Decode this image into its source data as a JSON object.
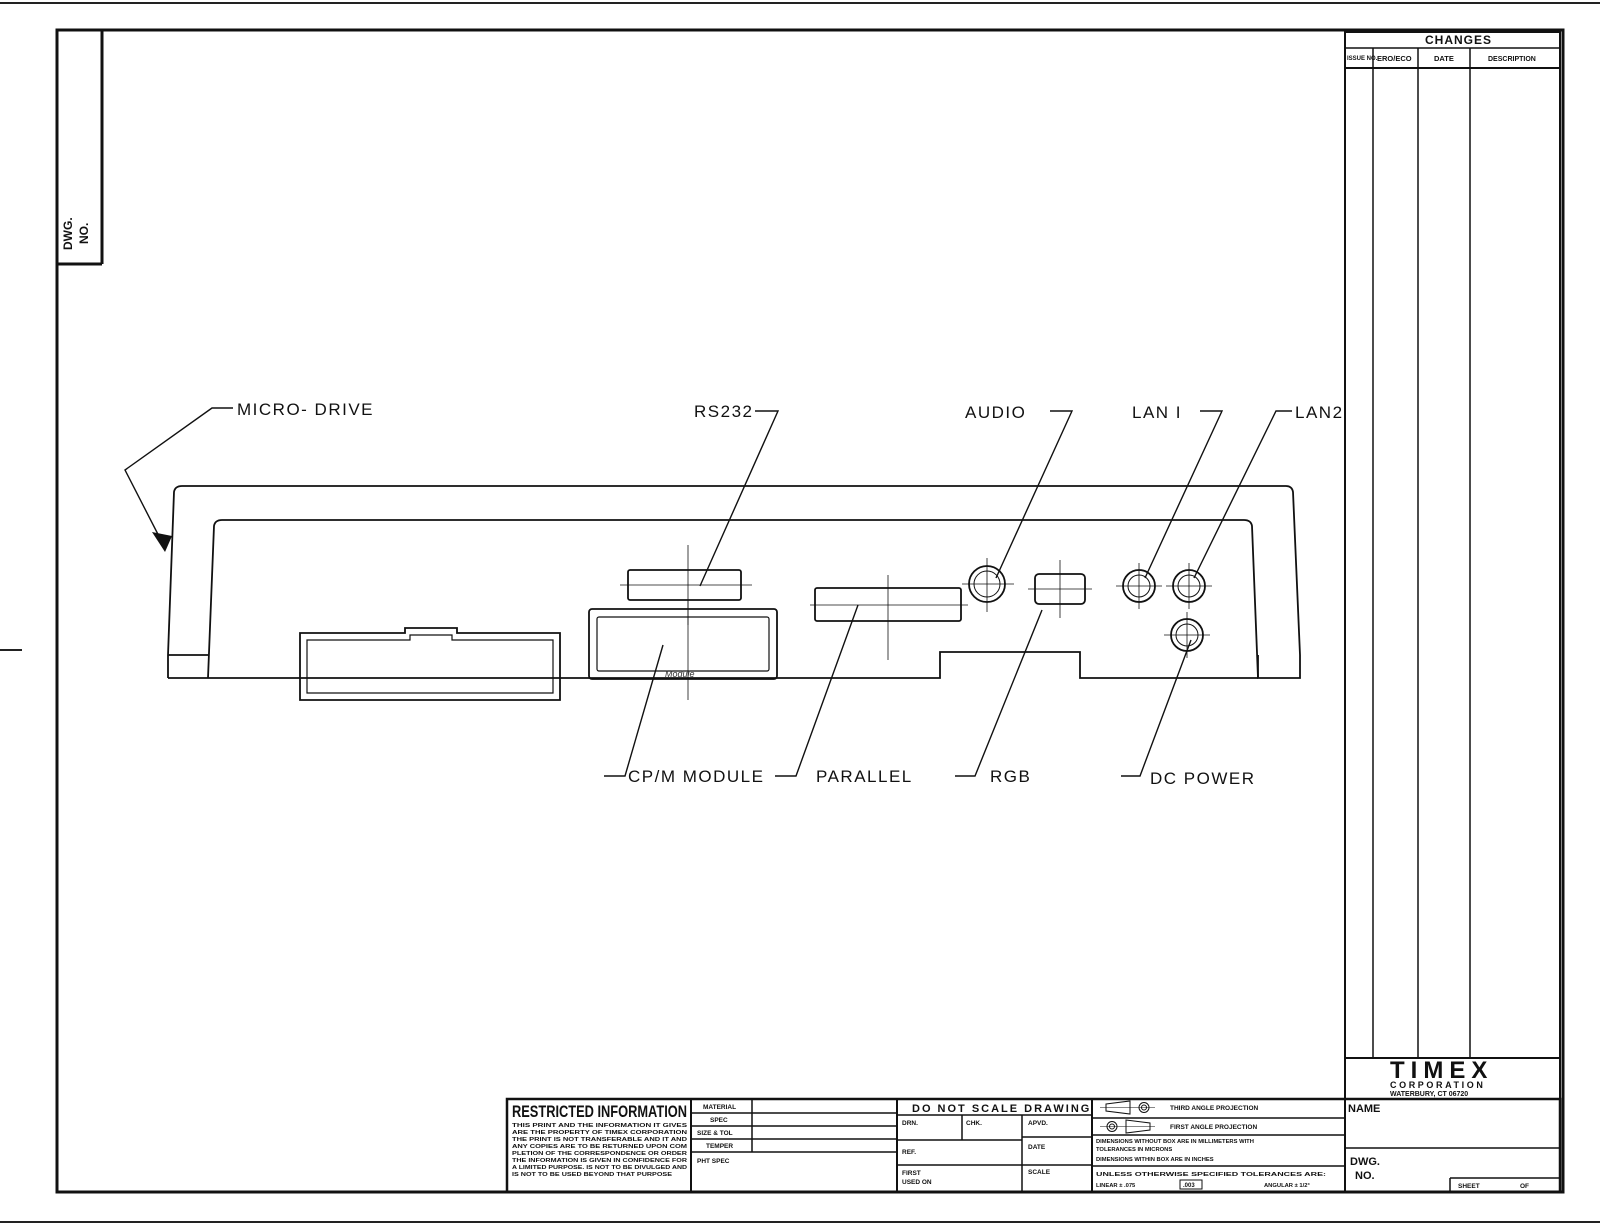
{
  "frame": {
    "dwg_no_tab": [
      "DWG.",
      "NO."
    ]
  },
  "diagram": {
    "labels": {
      "micro_drive": "MICRO- DRIVE",
      "rs232": "RS232",
      "audio": "AUDIO",
      "lan1": "LAN I",
      "lan2": "LAN2",
      "cpm_module": "CP/M MODULE",
      "parallel": "PARALLEL",
      "rgb": "RGB",
      "dc_power": "DC POWER",
      "module_marking": "Module"
    }
  },
  "changes": {
    "title": "CHANGES",
    "columns": [
      "ISSUE NO.",
      "ERO/ECO",
      "DATE",
      "DESCRIPTION"
    ]
  },
  "title_block": {
    "restricted": {
      "heading": "RESTRICTED INFORMATION",
      "lines": [
        "THIS PRINT AND THE INFORMATION IT GIVES",
        "ARE THE PROPERTY OF TIMEX CORPORATION",
        "THE PRINT IS NOT TRANSFERABLE AND IT AND",
        "ANY COPIES ARE TO BE RETURNED UPON COM",
        "PLETION OF THE CORRESPONDENCE OR ORDER",
        "THE INFORMATION IS GIVEN IN CONFIDENCE FOR",
        "A LIMITED PURPOSE. IS NOT TO BE DIVULGED AND",
        "IS NOT TO BE USED BEYOND THAT PURPOSE"
      ]
    },
    "material": [
      "MATERIAL",
      "SPEC",
      "SIZE & TOL",
      "TEMPER",
      "PHT SPEC"
    ],
    "scale_notice": "DO NOT SCALE DRAWING",
    "signoff": {
      "drn": "DRN.",
      "chk": "CHK.",
      "apvd": "APVD.",
      "date": "DATE",
      "ref": "REF.",
      "first_used_on": [
        "FIRST",
        "USED ON"
      ],
      "scale": "SCALE"
    },
    "projection": {
      "third": "THIRD ANGLE PROJECTION",
      "first": "FIRST ANGLE PROJECTION",
      "notes": [
        "DIMENSIONS WITHOUT BOX ARE IN MILLIMETERS WITH",
        "TOLERANCES IN MICRONS",
        "DIMENSIONS WITHIN BOX ARE IN INCHES"
      ],
      "tolerances": "UNLESS OTHERWISE SPECIFIED TOLERANCES ARE:",
      "linear": "LINEAR ± .075",
      "linear_box": ".003",
      "angular": "ANGULAR ± 1/2°"
    },
    "company": {
      "name": "TIMEX",
      "sub": "CORPORATION",
      "address": "WATERBURY, CT 06720"
    },
    "name_label": "NAME",
    "dwg_no": [
      "DWG.",
      "NO."
    ],
    "sheet": "SHEET",
    "of": "OF"
  }
}
